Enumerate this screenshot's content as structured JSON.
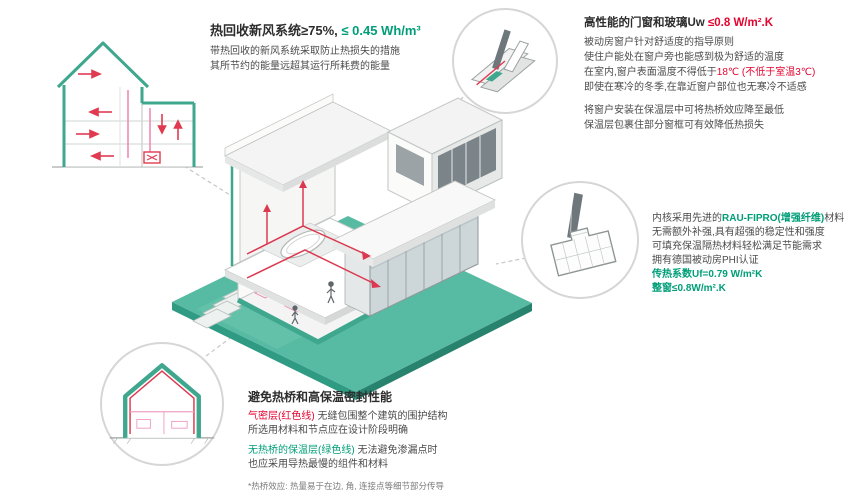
{
  "colors": {
    "accent_green": "#009E78",
    "accent_red": "#E4032E",
    "pink_line": "#EF8AB4",
    "ground_teal": "#57BBA3"
  },
  "heat_recovery": {
    "title": "热回收新风系统≥75%, ",
    "title_value": "≤ 0.45 Wh/m³",
    "line1": "带热回收的新风系统采取防止热损失的措施",
    "line2": "其所节约的能量远超其运行所耗费的能量"
  },
  "windows": {
    "title": "高性能的门窗和玻璃Uw ",
    "title_value": "≤0.8 W/m².K",
    "line1": "被动房窗户针对舒适度的指导原则",
    "line2": "使住户能处在窗户旁也能感到极为舒适的温度",
    "line3a": "在室内,窗户表面温度不得低于",
    "line3b": "18℃ (不低于室温3℃)",
    "line4": "即使在寒冷的冬季,在靠近窗户部位也无寒冷不适感",
    "line5": "将窗户安装在保温层中可将热桥效应降至最低",
    "line6": "保温层包裹住部分窗框可有效降低热损失"
  },
  "frame_profile": {
    "line1a": "内核采用先进的",
    "line1b": "RAU-FIPRO(增强纤维)",
    "line1c": "材料",
    "line2": "无需额外补强,具有超强的稳定性和强度",
    "line3": "可填充保温隔热材料轻松满足节能需求",
    "line4": "拥有德国被动房PHI认证",
    "uf_value": "传热系数Uf=0.79 W/m²K",
    "uw_value": "整窗≤0.8W/m².K"
  },
  "thermal_bridge": {
    "title": "避免热桥和高保温密封性能",
    "line1a": "气密层(红色线)",
    "line1b": " 无缝包围整个建筑的围护结构",
    "line2": "所选用材料和节点应在设计阶段明确",
    "line3a": "无热桥的保温层(绿色线)",
    "line3b": " 无法避免渗漏点时",
    "line4": "也应采用导热最慢的组件和材料",
    "footnote": "*热桥效应: 热量易于在边, 角, 连接点等细节部分传导"
  }
}
